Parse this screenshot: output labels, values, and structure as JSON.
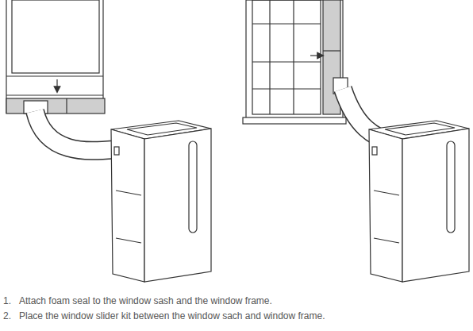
{
  "diagram": {
    "labels": [
      "1.",
      "Attach foam seal to the window sash and the window frame.",
      "2.",
      "Place the window slider kit between the window sach and window frame."
    ]
  }
}
